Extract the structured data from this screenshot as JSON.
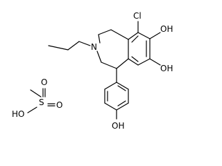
{
  "atom_labels": {
    "chlorine": "Cl",
    "hydroxyl_7": "OH",
    "hydroxyl_8": "OH",
    "nitrogen": "N",
    "hydroxyl_phenol": "OH",
    "acid_hydroxyl": "HO",
    "sulfur": "S",
    "sulfonyl_oxygen_top": "O",
    "sulfonyl_oxygen_right": "O"
  },
  "colors": {
    "bond": "#000000",
    "label": "#000000",
    "background": "#ffffff"
  }
}
